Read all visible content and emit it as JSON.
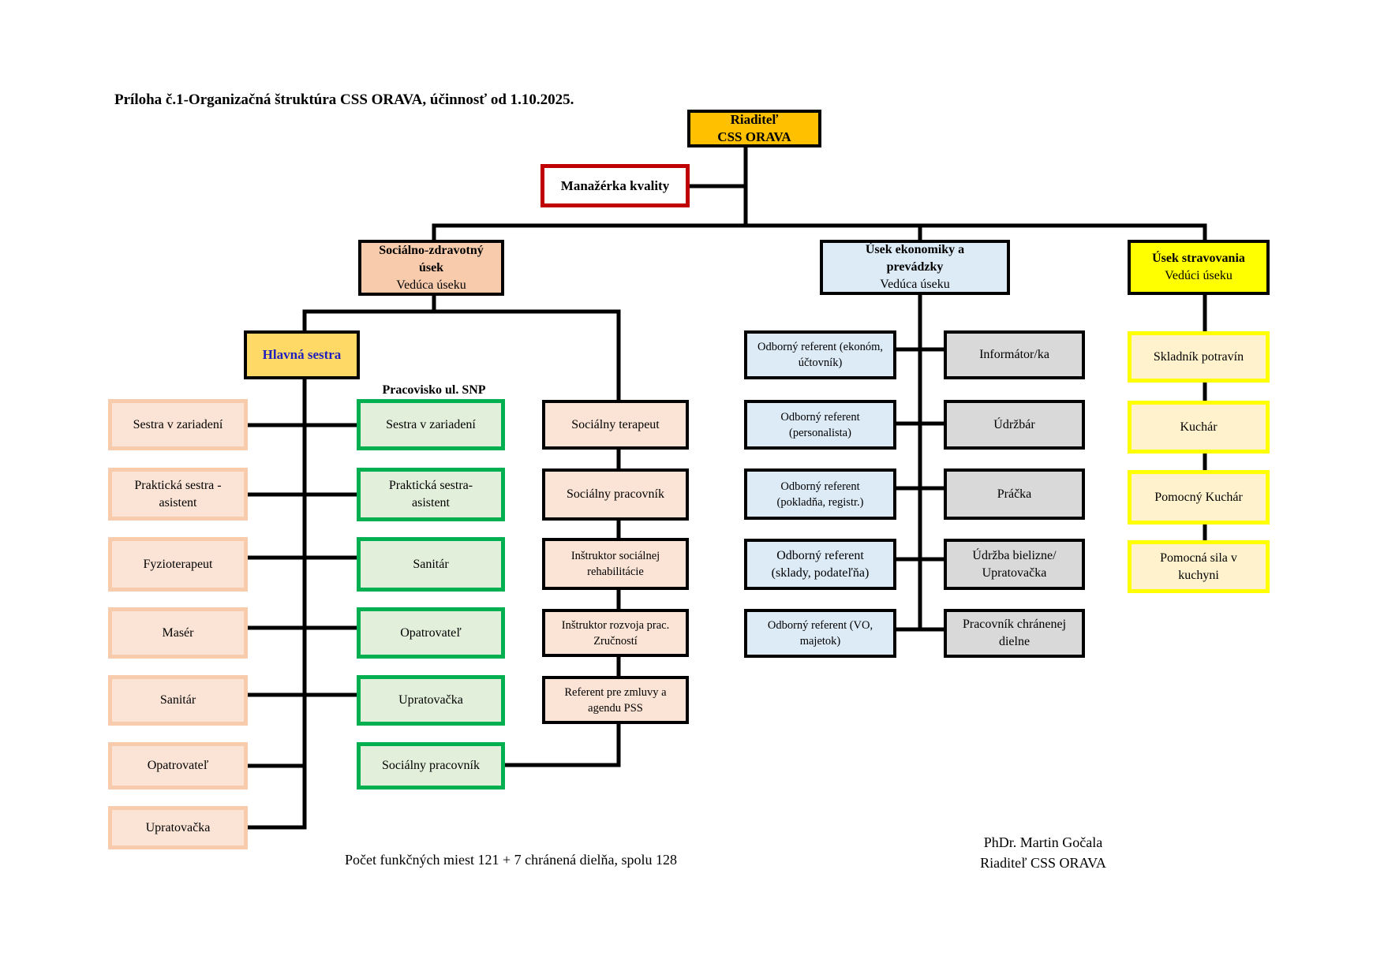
{
  "title": "Príloha č.1-Organizačná štruktúra CSS ORAVA, účinnosť od 1.10.2025.",
  "colors": {
    "director": "#FFC000",
    "quality_border": "#C00000",
    "social_health_header": "#F8CBAD",
    "economy_header": "#DDEBF7",
    "catering_header": "#FFFF00",
    "head_nurse": "#FFD966",
    "head_nurse_text": "#1F1FBF",
    "facility_fill": "#FBE4D5",
    "facility_border": "#F8CBAD",
    "snp_fill": "#E2EFDA",
    "snp_border": "#00B050",
    "technical_fill": "#D9D9D9",
    "catering_fill": "#FFF2CC"
  },
  "director": {
    "line1": "Riaditeľ",
    "line2": "CSS ORAVA"
  },
  "quality_manager": {
    "label": "Manažérka kvality"
  },
  "departments": {
    "social_health": {
      "line1": "Sociálno-zdravotný",
      "line2": "úsek",
      "line3": "Vedúca úseku"
    },
    "economy": {
      "line1": "Úsek ekonomiky a",
      "line2": "prevádzky",
      "line3": "Vedúca úseku"
    },
    "catering": {
      "line1": "Úsek stravovania",
      "line2": "Vedúci úseku"
    }
  },
  "head_nurse": {
    "label": "Hlavná sestra"
  },
  "snp_label": "Pracovisko ul. SNP",
  "facility_staff": [
    {
      "line1": "Sestra v zariadení",
      "line2": ""
    },
    {
      "line1": "Praktická sestra -",
      "line2": "asistent"
    },
    {
      "line1": "Fyzioterapeut",
      "line2": ""
    },
    {
      "line1": "Masér",
      "line2": ""
    },
    {
      "line1": "Sanitár",
      "line2": ""
    },
    {
      "line1": "Opatrovateľ",
      "line2": ""
    },
    {
      "line1": "Upratovačka",
      "line2": ""
    }
  ],
  "snp_staff": [
    {
      "line1": "Sestra v zariadení",
      "line2": ""
    },
    {
      "line1": "Praktická sestra-",
      "line2": "asistent"
    },
    {
      "line1": "Sanitár",
      "line2": ""
    },
    {
      "line1": "Opatrovateľ",
      "line2": ""
    },
    {
      "line1": "Upratovačka",
      "line2": ""
    },
    {
      "line1": "Sociálny pracovník",
      "line2": ""
    }
  ],
  "social_staff": [
    {
      "line1": "Sociálny terapeut",
      "line2": ""
    },
    {
      "line1": "Sociálny pracovník",
      "line2": ""
    },
    {
      "line1": "Inštruktor sociálnej",
      "line2": "rehabilitácie"
    },
    {
      "line1": "Inštruktor rozvoja prac.",
      "line2": "Zručností"
    },
    {
      "line1": "Referent pre zmluvy  a",
      "line2": "agendu PSS"
    }
  ],
  "economy_staff": [
    {
      "line1": "Odborný referent (ekonóm,",
      "line2": "účtovník)"
    },
    {
      "line1": "Odborný referent",
      "line2": "(personalista)"
    },
    {
      "line1": "Odborný referent",
      "line2": "(pokladňa, registr.)"
    },
    {
      "line1": "Odborný referent",
      "line2": "(sklady, podateľňa)"
    },
    {
      "line1": "Odborný referent (VO,",
      "line2": "majetok)"
    }
  ],
  "technical_staff": [
    {
      "line1": "Informátor/ka",
      "line2": ""
    },
    {
      "line1": "Údržbár",
      "line2": ""
    },
    {
      "line1": "Práčka",
      "line2": ""
    },
    {
      "line1": "Údržba bielizne/",
      "line2": "Upratovačka"
    },
    {
      "line1": "Pracovník chránenej",
      "line2": "dielne"
    }
  ],
  "catering_staff": [
    {
      "line1": "Skladník potravín",
      "line2": ""
    },
    {
      "line1": "Kuchár",
      "line2": ""
    },
    {
      "line1": "Pomocný Kuchár",
      "line2": ""
    },
    {
      "line1": "Pomocná sila v",
      "line2": "kuchyni"
    }
  ],
  "footer": {
    "count_text": "Počet funkčných miest 121 + 7 chránená dielňa, spolu 128",
    "signature_name": "PhDr. Martin Gočala",
    "signature_title": "Riaditeľ CSS ORAVA"
  }
}
